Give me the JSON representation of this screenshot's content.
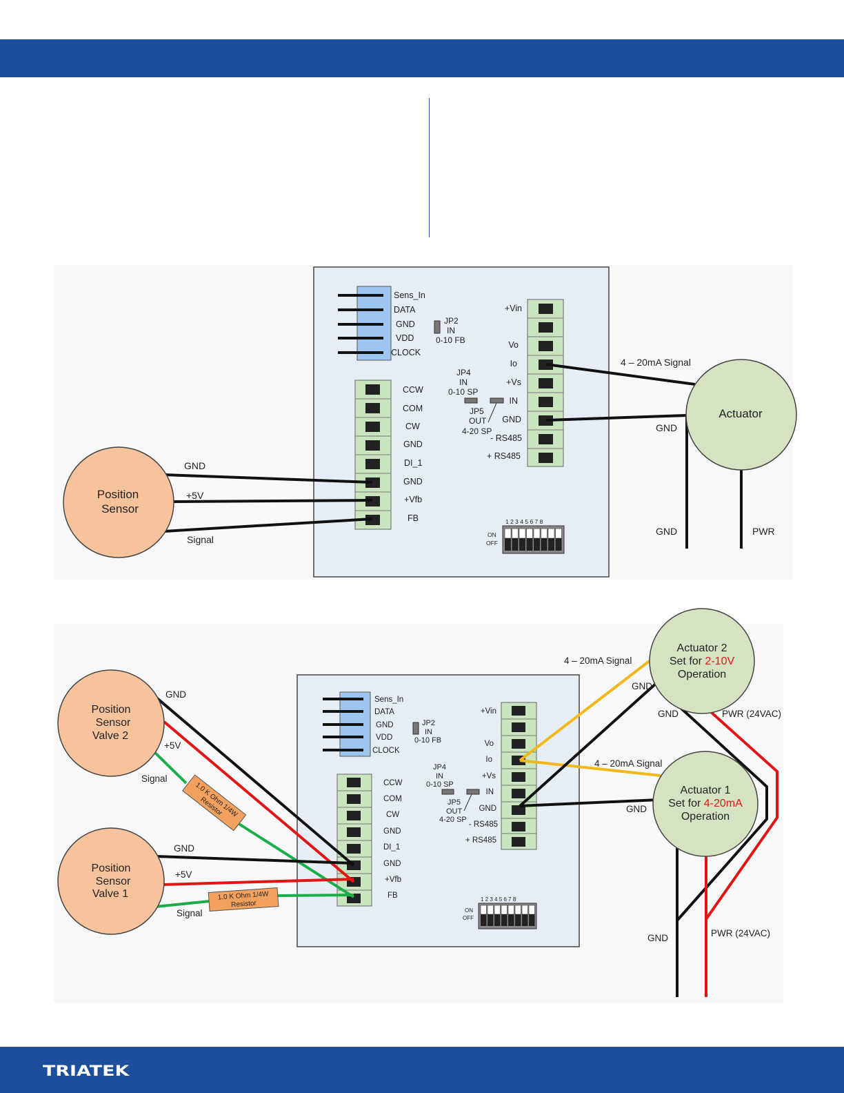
{
  "brand": {
    "logo_text": "TRIATEK"
  },
  "colors": {
    "header": "#1e4f9c",
    "board": "#e6edf4",
    "terminal": "#c9e5bf",
    "sensor": "#f6c39c",
    "actuator": "#d5e3c2",
    "connector": "#9cc6ef",
    "resistor": "#f3a15f",
    "wire_red": "#e01616",
    "wire_green": "#1cac4a",
    "wire_yellow": "#f1b81a"
  },
  "diagram1": {
    "top_pins": [
      "Sens_In",
      "DATA",
      "GND",
      "VDD",
      "CLOCK"
    ],
    "jp2": [
      "JP2",
      "IN",
      "0-10 FB"
    ],
    "jp4": [
      "JP4",
      "IN",
      "0-10 SP"
    ],
    "jp5": [
      "JP5",
      "OUT",
      "4-20 SP"
    ],
    "jp5_in": "IN",
    "left_terminals": [
      "CCW",
      "COM",
      "CW",
      "GND",
      "DI_1",
      "GND",
      "+Vfb",
      "FB"
    ],
    "right_terminals": [
      "+Vin",
      "",
      "Vo",
      "Io",
      "+Vs",
      "IN",
      "GND",
      "- RS485",
      "+ RS485"
    ],
    "sensor": [
      "Position",
      "Sensor"
    ],
    "sensor_wires": [
      "GND",
      "+5V",
      "Signal"
    ],
    "actuator": "Actuator",
    "signal_label": "4 – 20mA Signal",
    "gnd_label": "GND",
    "gnd_bottom": "GND",
    "pwr_bottom": "PWR",
    "dip_numbers": "1 2 3 4 5 6 7 8",
    "dip_on": "ON",
    "dip_off": "OFF"
  },
  "diagram2": {
    "top_pins": [
      "Sens_In",
      "DATA",
      "GND",
      "VDD",
      "CLOCK"
    ],
    "jp2": [
      "JP2",
      "IN",
      "0-10 FB"
    ],
    "jp4": [
      "JP4",
      "IN",
      "0-10 SP"
    ],
    "jp5": [
      "JP5",
      "OUT",
      "4-20 SP"
    ],
    "jp5_in": "IN",
    "left_terminals": [
      "CCW",
      "COM",
      "CW",
      "GND",
      "DI_1",
      "GND",
      "+Vfb",
      "FB"
    ],
    "right_terminals": [
      "+Vin",
      "",
      "Vo",
      "Io",
      "+Vs",
      "IN",
      "GND",
      "- RS485",
      "+ RS485"
    ],
    "sensor_v2": [
      "Position",
      "Sensor",
      "Valve 2"
    ],
    "sensor_v1": [
      "Position",
      "Sensor",
      "Valve 1"
    ],
    "v2_wires": [
      "GND",
      "+5V",
      "Signal"
    ],
    "v1_wires": [
      "GND",
      "+5V",
      "Signal"
    ],
    "resistor": [
      "1.0 K Ohm 1/4W",
      "Resistor"
    ],
    "act2": {
      "line1": "Actuator 2",
      "line2_pre": "Set for ",
      "line2_hl": "2-10V",
      "line3": "Operation"
    },
    "act1": {
      "line1": "Actuator 1",
      "line2_pre": "Set for ",
      "line2_hl": "4-20mA",
      "line3": "Operation"
    },
    "signal_label_1": "4 – 20mA Signal",
    "signal_label_2": "4 – 20mA Signal",
    "gnd_act2": "GND",
    "gnd_act2_b": "GND",
    "pwr_act2": "PWR (24VAC)",
    "gnd_act1": "GND",
    "gnd_bottom": "GND",
    "pwr_bottom": "PWR (24VAC)",
    "dip_numbers": "1 2 3 4 5 6 7 8",
    "dip_on": "ON",
    "dip_off": "OFF"
  }
}
